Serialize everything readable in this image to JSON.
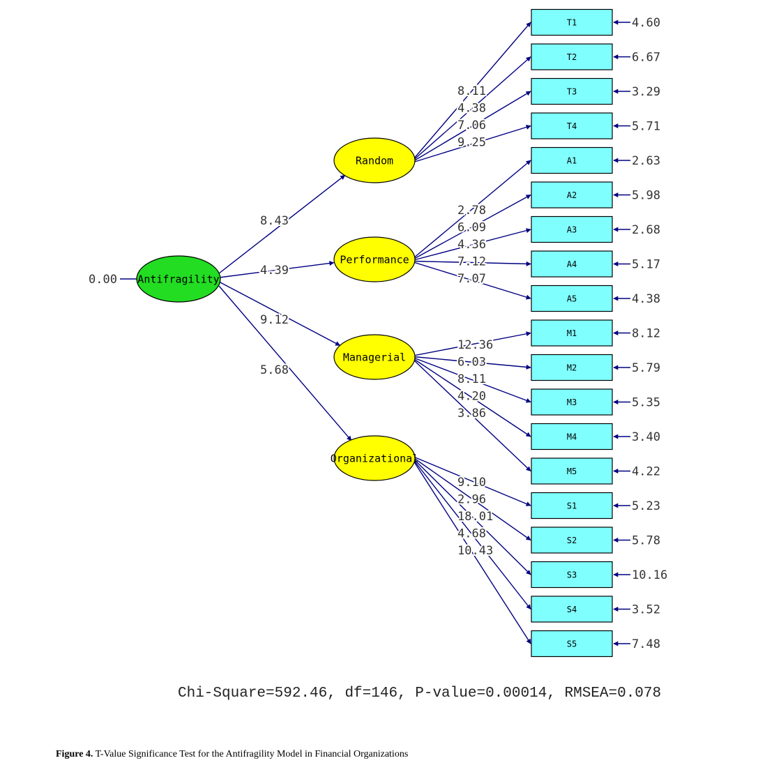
{
  "colors": {
    "arrow": "#000080",
    "root_fill": "#22dd22",
    "factor_fill": "#ffff00",
    "indicator_fill": "#80ffff",
    "outline": "#000000",
    "label": "#333333"
  },
  "root": {
    "label": "Antifragility",
    "variance": "0.00"
  },
  "factors": [
    {
      "id": "random",
      "label": "Random",
      "path_t": "8.43",
      "indicators": [
        {
          "label": "T1",
          "t": "8.11",
          "error": "4.60"
        },
        {
          "label": "T2",
          "t": "4.38",
          "error": "6.67"
        },
        {
          "label": "T3",
          "t": "7.06",
          "error": "3.29"
        },
        {
          "label": "T4",
          "t": "9.25",
          "error": "5.71"
        }
      ]
    },
    {
      "id": "performance",
      "label": "Performance",
      "path_t": "4.39",
      "indicators": [
        {
          "label": "A1",
          "t": "2.78",
          "error": "2.63"
        },
        {
          "label": "A2",
          "t": "6.09",
          "error": "5.98"
        },
        {
          "label": "A3",
          "t": "4.36",
          "error": "2.68"
        },
        {
          "label": "A4",
          "t": "7.12",
          "error": "5.17"
        },
        {
          "label": "A5",
          "t": "7.07",
          "error": "4.38"
        }
      ]
    },
    {
      "id": "managerial",
      "label": "Managerial",
      "path_t": "9.12",
      "indicators": [
        {
          "label": "M1",
          "t": "12.36",
          "error": "8.12"
        },
        {
          "label": "M2",
          "t": "6.03",
          "error": "5.79"
        },
        {
          "label": "M3",
          "t": "8.11",
          "error": "5.35"
        },
        {
          "label": "M4",
          "t": "4.20",
          "error": "3.40"
        },
        {
          "label": "M5",
          "t": "3.86",
          "error": "4.22"
        }
      ]
    },
    {
      "id": "organizational",
      "label": "Organizational",
      "path_t": "5.68",
      "indicators": [
        {
          "label": "S1",
          "t": "9.10",
          "error": "5.23"
        },
        {
          "label": "S2",
          "t": "2.96",
          "error": "5.78"
        },
        {
          "label": "S3",
          "t": "18.01",
          "error": "10.16"
        },
        {
          "label": "S4",
          "t": "4.68",
          "error": "3.52"
        },
        {
          "label": "S5",
          "t": "10.43",
          "error": "7.48"
        }
      ]
    }
  ],
  "fit_statistics": "Chi-Square=592.46, df=146, P-value=0.00014, RMSEA=0.078",
  "caption": {
    "prefix": "Figure 4.",
    "text": "T-Value Significance Test for the Antifragility Model in Financial Organizations"
  }
}
